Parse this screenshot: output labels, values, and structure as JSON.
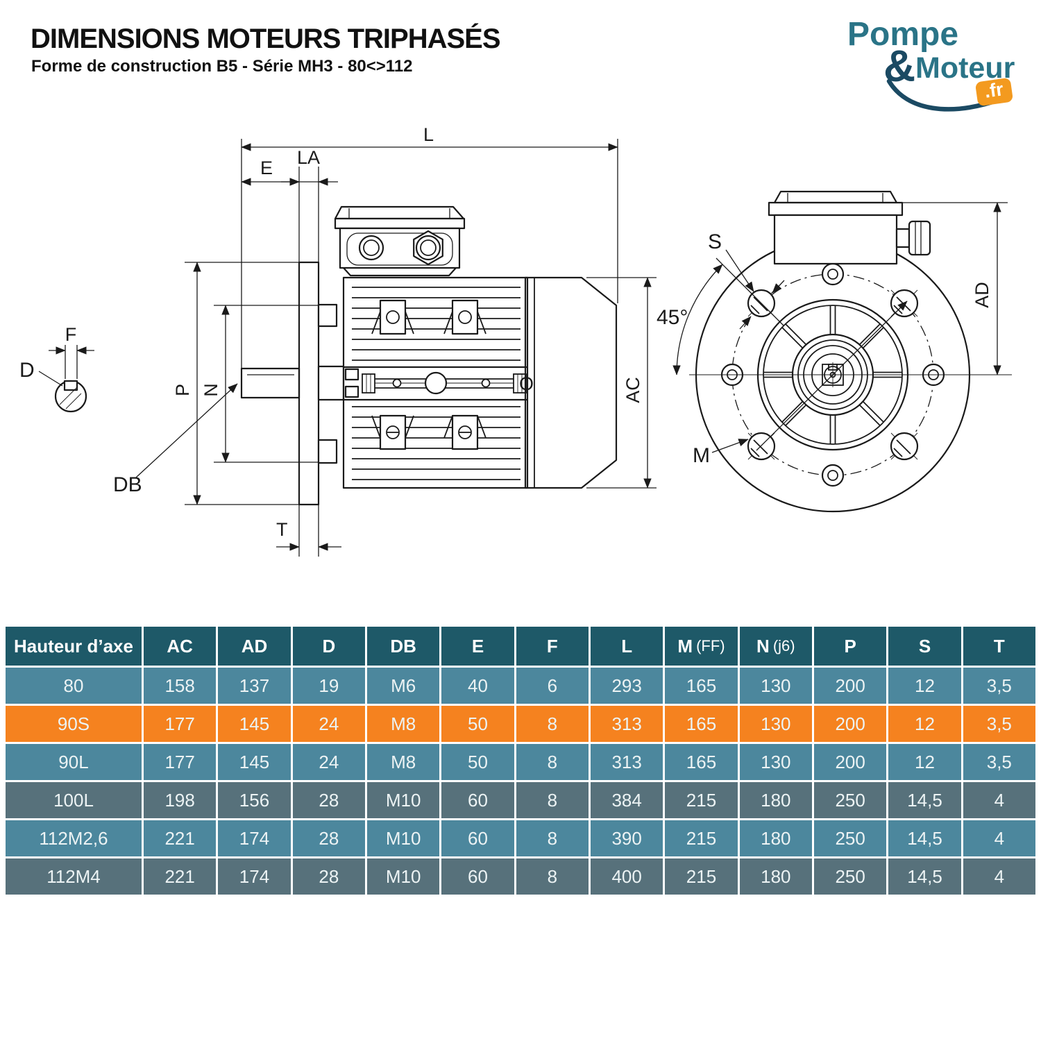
{
  "page": {
    "title": "DIMENSIONS MOTEURS TRIPHASÉS",
    "subtitle": "Forme de construction B5 - Série MH3 - 80<>112"
  },
  "logo": {
    "word1": "Pompe",
    "ampersand": "&",
    "word2": "Moteur",
    "tld": ".fr"
  },
  "colors": {
    "teal": "#2A7487",
    "navy": "#1B4A63",
    "orange": "#F39A1F",
    "table_header_bg": "#1E5968",
    "row_light": "#4C879D",
    "row_dark": "#57717B",
    "row_highlight": "#F5821F",
    "line": "#1a1a1a",
    "cell_text": "#ECF3F4"
  },
  "diagram": {
    "labels": {
      "L": "L",
      "E": "E",
      "LA": "LA",
      "F": "F",
      "D": "D",
      "P": "P",
      "N": "N",
      "DB": "DB",
      "T": "T",
      "O": "O",
      "AC": "AC",
      "S": "S",
      "angle": "45°",
      "M": "M",
      "AD": "AD"
    }
  },
  "table": {
    "columns": [
      {
        "main": "Hauteur d’axe",
        "suffix": ""
      },
      {
        "main": "AC",
        "suffix": ""
      },
      {
        "main": "AD",
        "suffix": ""
      },
      {
        "main": "D",
        "suffix": ""
      },
      {
        "main": "DB",
        "suffix": ""
      },
      {
        "main": "E",
        "suffix": ""
      },
      {
        "main": "F",
        "suffix": ""
      },
      {
        "main": "L",
        "suffix": ""
      },
      {
        "main": "M",
        "suffix": "(FF)"
      },
      {
        "main": "N",
        "suffix": "(j6)"
      },
      {
        "main": "P",
        "suffix": ""
      },
      {
        "main": "S",
        "suffix": ""
      },
      {
        "main": "T",
        "suffix": ""
      }
    ],
    "rows": [
      {
        "label": "80",
        "variant": "light",
        "values": [
          "158",
          "137",
          "19",
          "M6",
          "40",
          "6",
          "293",
          "165",
          "130",
          "200",
          "12",
          "3,5"
        ]
      },
      {
        "label": "90S",
        "variant": "highlight",
        "values": [
          "177",
          "145",
          "24",
          "M8",
          "50",
          "8",
          "313",
          "165",
          "130",
          "200",
          "12",
          "3,5"
        ]
      },
      {
        "label": "90L",
        "variant": "light",
        "values": [
          "177",
          "145",
          "24",
          "M8",
          "50",
          "8",
          "313",
          "165",
          "130",
          "200",
          "12",
          "3,5"
        ]
      },
      {
        "label": "100L",
        "variant": "dark",
        "values": [
          "198",
          "156",
          "28",
          "M10",
          "60",
          "8",
          "384",
          "215",
          "180",
          "250",
          "14,5",
          "4"
        ]
      },
      {
        "label": "112M2,6",
        "variant": "light",
        "values": [
          "221",
          "174",
          "28",
          "M10",
          "60",
          "8",
          "390",
          "215",
          "180",
          "250",
          "14,5",
          "4"
        ]
      },
      {
        "label": "112M4",
        "variant": "dark",
        "values": [
          "221",
          "174",
          "28",
          "M10",
          "60",
          "8",
          "400",
          "215",
          "180",
          "250",
          "14,5",
          "4"
        ]
      }
    ]
  }
}
